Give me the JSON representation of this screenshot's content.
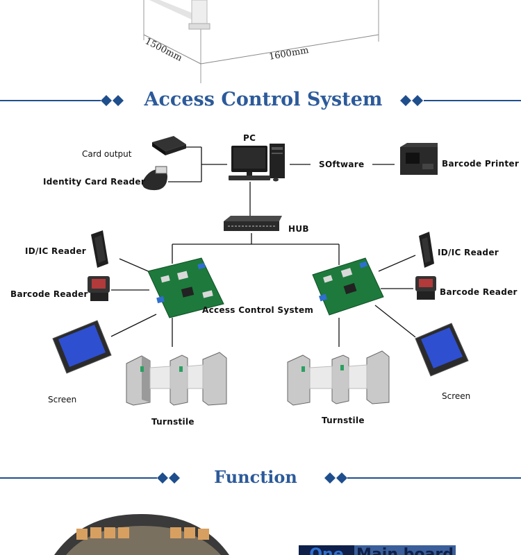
{
  "dimensions": {
    "depth": "1500mm",
    "width": "1600mm"
  },
  "sections": {
    "access_title": "Access Control System",
    "function_title": "Function"
  },
  "diagram": {
    "pc": "PC",
    "card_output": "Card output",
    "identity_reader": "Identity Card Reader",
    "software": "SOftware",
    "barcode_printer": "Barcode Printer",
    "hub": "HUB",
    "left": {
      "idic_reader": "ID/IC Reader",
      "barcode_reader": "Barcode Reader",
      "screen": "Screen",
      "turnstile": "Turnstile"
    },
    "right": {
      "idic_reader": "ID/IC Reader",
      "barcode_reader": "Barcode Reader",
      "screen": "Screen",
      "turnstile": "Turnstile"
    },
    "controller_label": "Access Control System"
  },
  "function_tabs": {
    "number": "One",
    "label": "Main board"
  },
  "colors": {
    "accent": "#1f4e8c",
    "heading": "#2c5a9a",
    "pcb": "#1d7a3c"
  }
}
